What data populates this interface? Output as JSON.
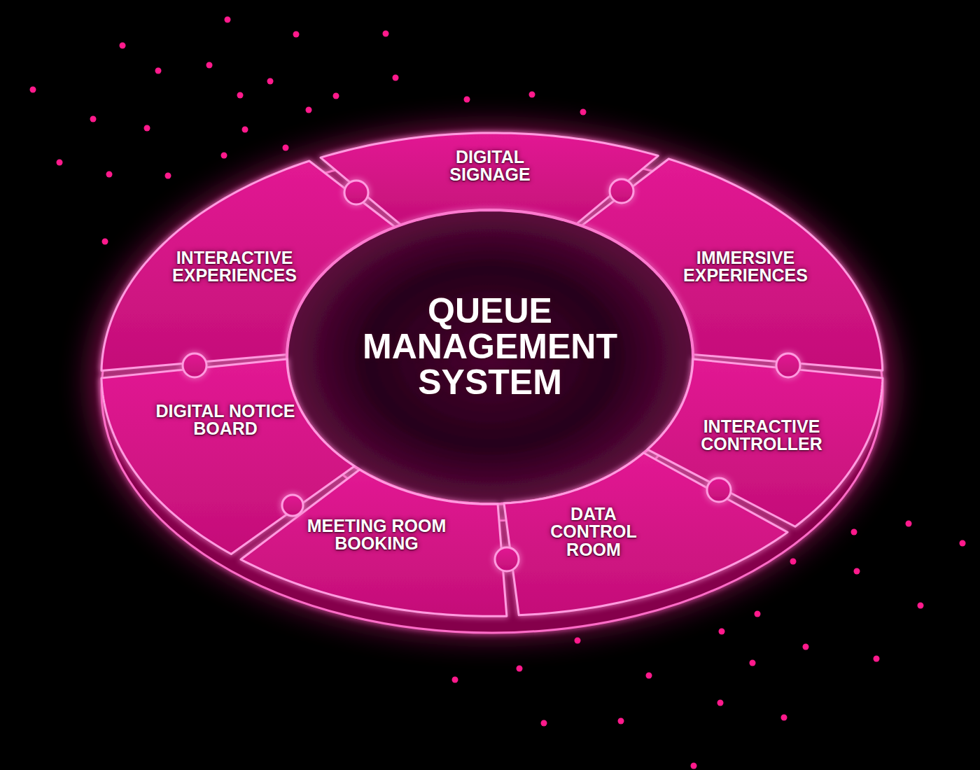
{
  "diagram": {
    "nodes": [
      {
        "text": [
          "DIGITAL SIGNAGE"
        ]
      },
      {
        "text": [
          "INTERACTIVE EXPERIENCES"
        ]
      },
      {
        "text": [
          "IMMERSIVE EXPERIENCES"
        ]
      },
      {
        "text": [
          "QUEUE MANAGEMENT SYSTEM"
        ]
      },
      {
        "text": [
          "DIGITAL NOTICE BOARD"
        ]
      },
      {
        "text": [
          "INTERACTIVE CONTROLLER"
        ]
      },
      {
        "text": [
          "MEETING ROOM BOOKING"
        ]
      },
      {
        "text": [
          "DATA CONTROL ROOM"
        ]
      }
    ]
  }
}
